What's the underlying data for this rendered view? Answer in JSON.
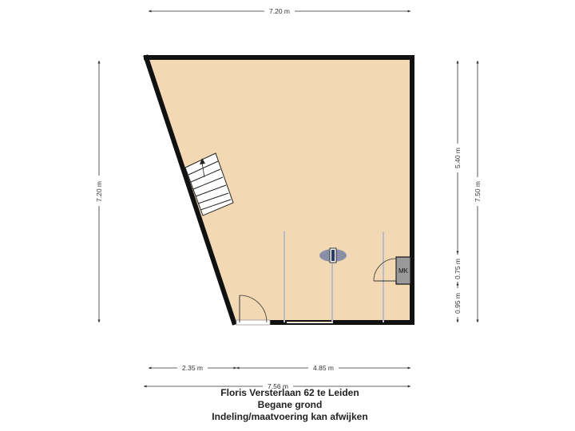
{
  "plan": {
    "colors": {
      "floor": "#f2d9b4",
      "wall": "#111111",
      "dimension": "#333333",
      "meter_box": "#9a9a9a",
      "fixture": "#8a8fa8"
    },
    "meter_box_label": "MK",
    "dimensions": {
      "top": "7.20 m",
      "left": "7.20 m",
      "right_upper": "5.40 m",
      "right_middle": "0.75 m",
      "right_lower": "0.95 m",
      "right_total": "7.50 m",
      "bottom_left": "2.35 m",
      "bottom_right": "4.85 m",
      "bottom_total": "7.56 m"
    }
  },
  "title": {
    "line1": "Floris Versterlaan 62 te Leiden",
    "line2": "Begane grond",
    "line3": "Indeling/maatvoering kan afwijken"
  }
}
